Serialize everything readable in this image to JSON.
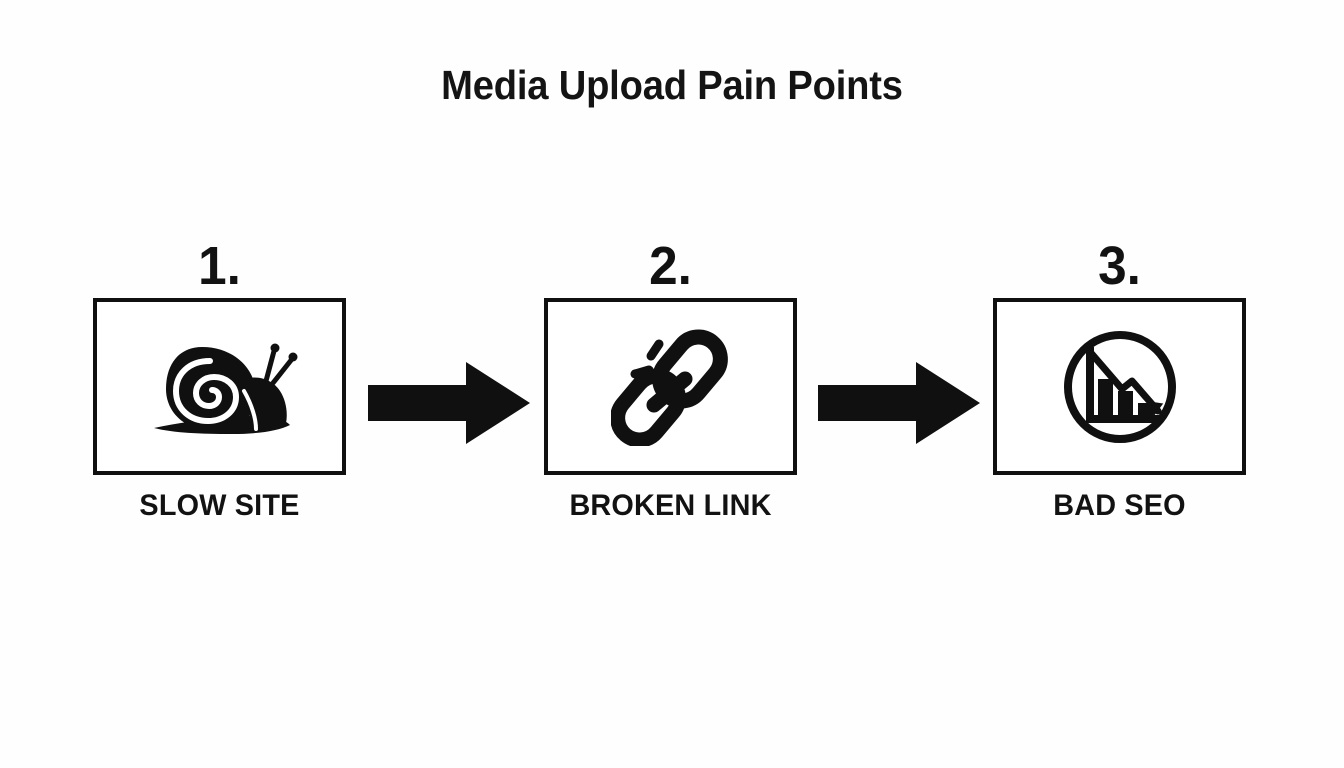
{
  "page": {
    "title": "Media Upload Pain Points",
    "background_color": "#fefefe",
    "ink_color": "#101010"
  },
  "diagram": {
    "type": "horizontal-process-flow",
    "step_count": 3,
    "connector": "block-arrow-right",
    "steps": [
      {
        "number": "1.",
        "label": "SLOW SITE",
        "icon": "snail-icon"
      },
      {
        "number": "2.",
        "label": "BROKEN LINK",
        "icon": "broken-chain-link-icon"
      },
      {
        "number": "3.",
        "label": "BAD SEO",
        "icon": "declining-bar-chart-circle-icon"
      }
    ],
    "arrows": [
      {
        "name": "arrow-1-to-2",
        "direction": "right"
      },
      {
        "name": "arrow-2-to-3",
        "direction": "right"
      }
    ]
  }
}
